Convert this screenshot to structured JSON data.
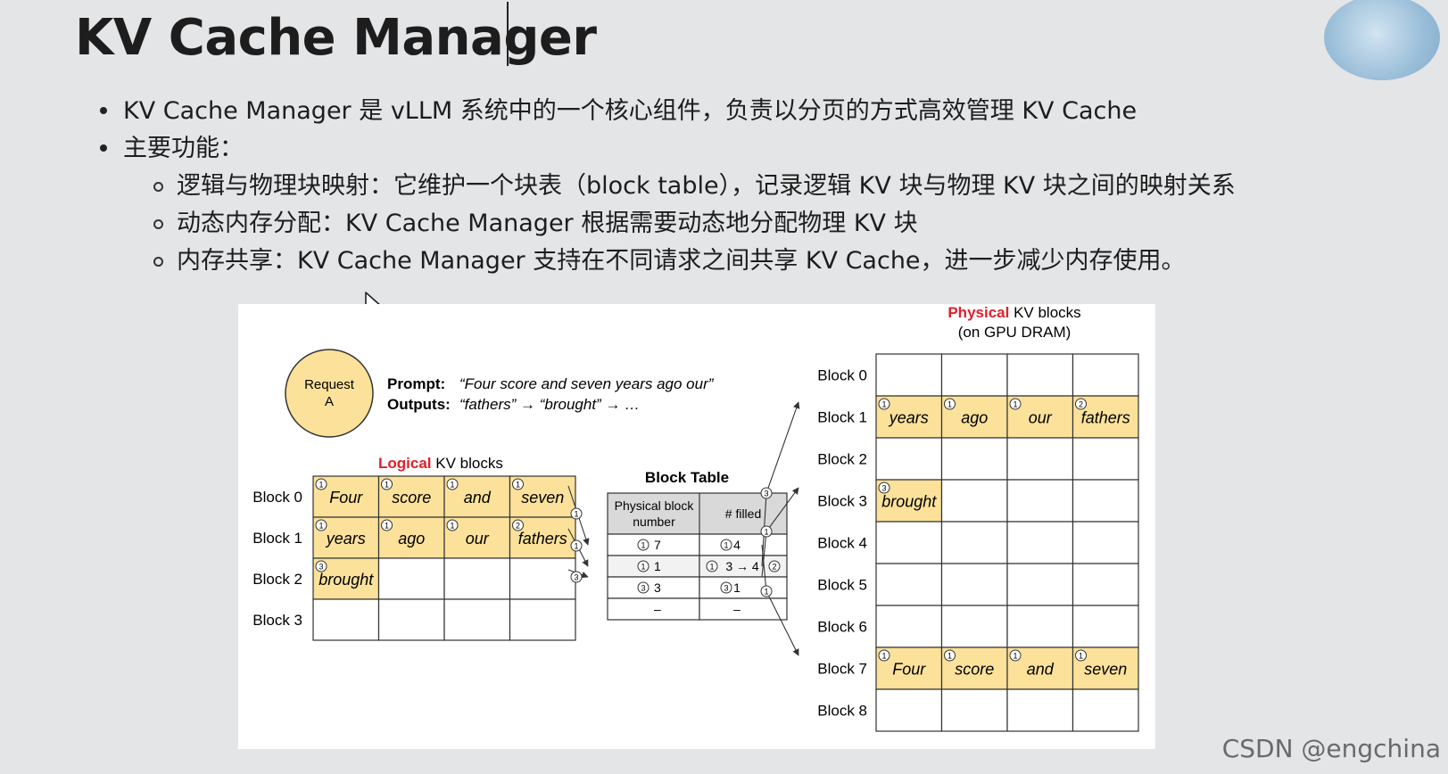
{
  "slide": {
    "title": "KV Cache Manager",
    "bullets": [
      {
        "text": "KV Cache Manager 是 vLLM 系统中的一个核心组件，负责以分页的方式高效管理 KV Cache"
      },
      {
        "text": "主要功能："
      }
    ],
    "sub_bullets": [
      {
        "text": "逻辑与物理块映射：它维护一个块表（block table），记录逻辑 KV 块与物理 KV 块之间的映射关系"
      },
      {
        "text": "动态内存分配：KV Cache Manager 根据需要动态地分配物理 KV 块"
      },
      {
        "text": "内存共享：KV Cache Manager 支持在不同请求之间共享 KV Cache，进一步减少内存使用。"
      }
    ],
    "watermark": "CSDN @engchina"
  },
  "figure": {
    "request_label_line1": "Request",
    "request_label_line2": "A",
    "prompt_label": "Prompt:",
    "prompt_text": "“Four score and seven years ago our”",
    "outputs_label": "Outputs:",
    "outputs_text": "“fathers” → “brought” → …",
    "logical_title_red": "Logical",
    "logical_title_rest": " KV blocks",
    "physical_title_red": "Physical",
    "physical_title_rest": " KV blocks",
    "physical_subtitle": "(on GPU DRAM)",
    "block_table_title": "Block Table",
    "block_table_col1_line1": "Physical block",
    "block_table_col1_line2": "number",
    "block_table_col2": "# filled",
    "highlight_color": "#fbe19a",
    "accent_red": "#e0202a",
    "logical_blocks": [
      {
        "label": "Block 0",
        "tokens": [
          "Four",
          "score",
          "and",
          "seven"
        ],
        "marks": [
          "1",
          "1",
          "1",
          "1"
        ],
        "highlight": [
          true,
          true,
          true,
          true
        ]
      },
      {
        "label": "Block 1",
        "tokens": [
          "years",
          "ago",
          "our",
          "fathers"
        ],
        "marks": [
          "1",
          "1",
          "1",
          "2"
        ],
        "highlight": [
          true,
          true,
          true,
          true
        ]
      },
      {
        "label": "Block 2",
        "tokens": [
          "brought",
          "",
          "",
          ""
        ],
        "marks": [
          "3",
          "",
          "",
          ""
        ],
        "highlight": [
          true,
          false,
          false,
          false
        ]
      },
      {
        "label": "Block 3",
        "tokens": [
          "",
          "",
          "",
          ""
        ],
        "marks": [
          "",
          "",
          "",
          ""
        ],
        "highlight": [
          false,
          false,
          false,
          false
        ]
      }
    ],
    "block_table_rows": [
      {
        "mark": "1",
        "physical": "7",
        "filled_mark": "1",
        "filled": "4",
        "filled_end_mark": ""
      },
      {
        "mark": "1",
        "physical": "1",
        "filled_mark": "1",
        "filled": "3 → 4",
        "filled_end_mark": "2"
      },
      {
        "mark": "3",
        "physical": "3",
        "filled_mark": "3",
        "filled": "1",
        "filled_end_mark": ""
      },
      {
        "mark": "",
        "physical": "–",
        "filled_mark": "",
        "filled": "–",
        "filled_end_mark": ""
      }
    ],
    "physical_blocks": [
      {
        "label": "Block 0",
        "tokens": [
          "",
          "",
          "",
          ""
        ],
        "marks": [
          "",
          "",
          "",
          ""
        ],
        "highlight": [
          false,
          false,
          false,
          false
        ]
      },
      {
        "label": "Block 1",
        "tokens": [
          "years",
          "ago",
          "our",
          "fathers"
        ],
        "marks": [
          "1",
          "1",
          "1",
          "2"
        ],
        "highlight": [
          true,
          true,
          true,
          true
        ]
      },
      {
        "label": "Block 2",
        "tokens": [
          "",
          "",
          "",
          ""
        ],
        "marks": [
          "",
          "",
          "",
          ""
        ],
        "highlight": [
          false,
          false,
          false,
          false
        ]
      },
      {
        "label": "Block 3",
        "tokens": [
          "brought",
          "",
          "",
          ""
        ],
        "marks": [
          "3",
          "",
          "",
          ""
        ],
        "highlight": [
          true,
          false,
          false,
          false
        ]
      },
      {
        "label": "Block 4",
        "tokens": [
          "",
          "",
          "",
          ""
        ],
        "marks": [
          "",
          "",
          "",
          ""
        ],
        "highlight": [
          false,
          false,
          false,
          false
        ]
      },
      {
        "label": "Block 5",
        "tokens": [
          "",
          "",
          "",
          ""
        ],
        "marks": [
          "",
          "",
          "",
          ""
        ],
        "highlight": [
          false,
          false,
          false,
          false
        ]
      },
      {
        "label": "Block 6",
        "tokens": [
          "",
          "",
          "",
          ""
        ],
        "marks": [
          "",
          "",
          "",
          ""
        ],
        "highlight": [
          false,
          false,
          false,
          false
        ]
      },
      {
        "label": "Block 7",
        "tokens": [
          "Four",
          "score",
          "and",
          "seven"
        ],
        "marks": [
          "1",
          "1",
          "1",
          "1"
        ],
        "highlight": [
          true,
          true,
          true,
          true
        ]
      },
      {
        "label": "Block 8",
        "tokens": [
          "",
          "",
          "",
          ""
        ],
        "marks": [
          "",
          "",
          "",
          ""
        ],
        "highlight": [
          false,
          false,
          false,
          false
        ]
      }
    ],
    "logical_to_table_marks": [
      "1",
      "1",
      "3"
    ],
    "table_to_physical_marks": [
      "1",
      "3",
      "1"
    ]
  }
}
